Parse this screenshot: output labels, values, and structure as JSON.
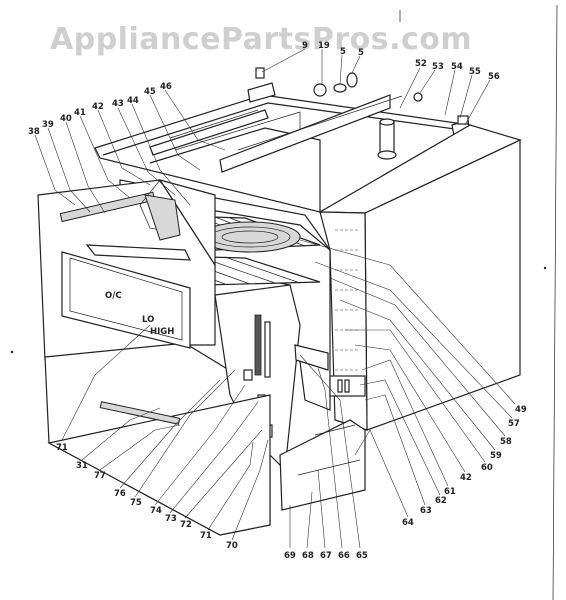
{
  "watermark": "AppliancePartsPros.com",
  "part_labels": {
    "top_left": [
      "38",
      "39",
      "40",
      "41",
      "42",
      "43",
      "44",
      "45",
      "46"
    ],
    "top_center": [
      "9",
      "19",
      "5",
      "5"
    ],
    "top_right": [
      "52",
      "53",
      "54",
      "55",
      "56"
    ],
    "right_side": [
      "49",
      "57",
      "58",
      "59",
      "60",
      "42",
      "61",
      "62",
      "63",
      "64"
    ],
    "bottom": [
      "71",
      "31",
      "77",
      "76",
      "75",
      "74",
      "73",
      "72",
      "71",
      "70",
      "69",
      "68",
      "67",
      "66",
      "65"
    ],
    "door_text": [
      "O/C",
      "LO",
      "HIGH"
    ]
  },
  "colors": {
    "watermark": "#cfcfcf",
    "line": "#222222"
  }
}
